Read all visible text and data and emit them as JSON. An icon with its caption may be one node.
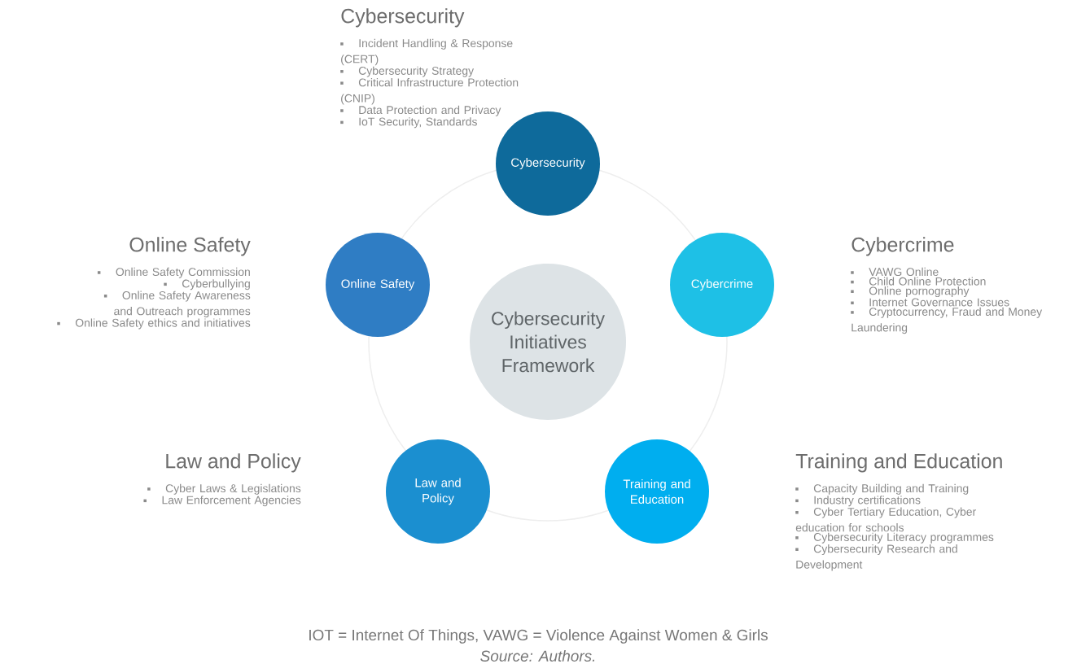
{
  "diagram": {
    "caption": "*Source: Authors.*",
    "nodes": [
      {
        "text": [
          "Cybersecurity Initiatives Framework"
        ]
      },
      {
        "text": [
          "Cybersecurity"
        ],
        "beside": [
          "Cybersecurity",
          "Incident Handling & Response (CERT)",
          "Cybersecurity Strategy",
          "Critical Infrastructure Protection (CNIP)",
          "Data Protection and Privacy",
          "IoT Security, Standards"
        ]
      },
      {
        "text": [
          "Online Safety"
        ],
        "beside": [
          "Online Safety",
          "Online Safety Commission",
          "Cyberbullying",
          "Online Safety Awareness and Outreach programmes",
          "Online Safety ethics and initiatives"
        ]
      },
      {
        "text": [
          "Cybercrime"
        ],
        "beside": [
          "Cybercrime",
          "VAWG Online",
          "Child Online Protection",
          "Online pornography",
          "Internet Governance Issues",
          "Cryptocurrency, Fraud and Money Laundering"
        ]
      },
      {
        "text": [
          "Law and Policy"
        ],
        "beside": [
          "Law and Policy",
          "Cyber Laws & Legislations",
          "Law Enforcement Agencies"
        ]
      },
      {
        "text": [
          "Training and Education"
        ],
        "beside": [
          "Training and Education",
          "Capacity Building and Training",
          "Industry certifications",
          "Cyber Tertiary Education, Cyber education for schools",
          "Cybersecurity Literacy programmes",
          "Cybersecurity Research and Development"
        ]
      }
    ],
    "labels": [
      "IOT = Internet Of Things, VAWG = Violence Against Women & Girls"
    ]
  }
}
